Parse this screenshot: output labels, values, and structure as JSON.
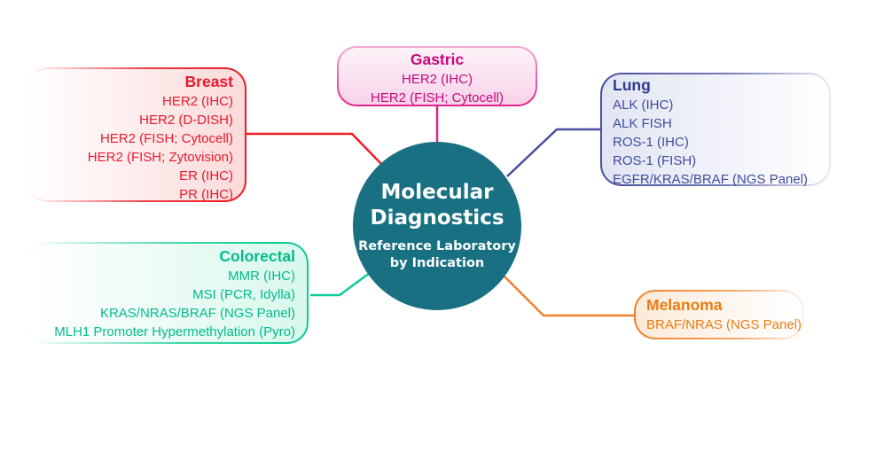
{
  "figure": {
    "center": {
      "title_line1": "Molecular",
      "title_line2": "Diagnostics",
      "subtitle_line1": "Reference Laboratory",
      "subtitle_line2": "by Indication",
      "bg_color": "#187082",
      "text_color": "#ffffff"
    },
    "nodes": [
      {
        "id": "breast",
        "title": "Breast",
        "items": [
          "HER2 (IHC)",
          "HER2 (D-DISH)",
          "HER2 (FISH; Cytocell)",
          "HER2 (FISH; Zytovision)",
          "ER (IHC)",
          "PR (IHC)"
        ],
        "text_color": "#e8192c",
        "line_color": "#ee1c25"
      },
      {
        "id": "gastric",
        "title": "Gastric",
        "items": [
          "HER2 (IHC)",
          "HER2 (FISH; Cytocell)"
        ],
        "text_color": "#c9077d",
        "line_color": "#e3218f"
      },
      {
        "id": "lung",
        "title": "Lung",
        "items": [
          "ALK (IHC)",
          "ALK FISH",
          "ROS-1 (IHC)",
          "ROS-1 (FISH)",
          "EGFR/KRAS/BRAF (NGS Panel)"
        ],
        "text_color": "#3e4c9e",
        "line_color": "#474f9d"
      },
      {
        "id": "colorectal",
        "title": "Colorectal",
        "items": [
          "MMR (IHC)",
          "MSI (PCR, Idylla)",
          "KRAS/NRAS/BRAF (NGS Panel)",
          "MLH1 Promoter Hypermethylation (Pyro)"
        ],
        "text_color": "#00bd8a",
        "line_color": "#0ecb97"
      },
      {
        "id": "melanoma",
        "title": "Melanoma",
        "items": [
          "BRAF/NRAS (NGS Panel)"
        ],
        "text_color": "#e87d12",
        "line_color": "#f0812b"
      }
    ]
  }
}
